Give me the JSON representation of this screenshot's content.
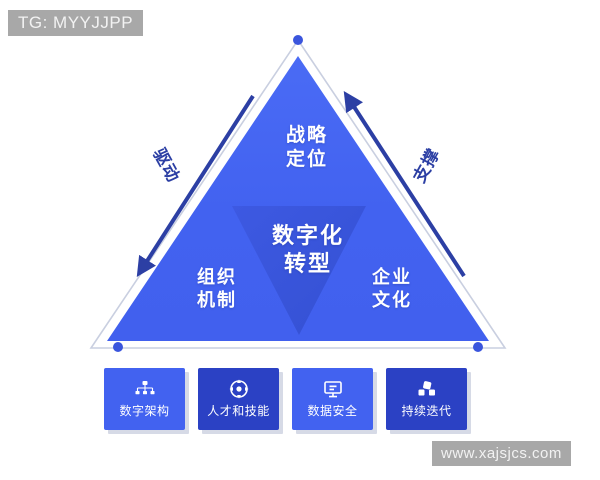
{
  "watermarks": {
    "top": "TG: MYYJJPP",
    "bottom": "www.xajsjcs.com"
  },
  "diagram": {
    "type": "triangle-framework",
    "center": {
      "label": "数字化\n转型",
      "name": "digital-transformation"
    },
    "vertices": [
      {
        "position": "top",
        "label": "战略\n定位"
      },
      {
        "position": "bottom-left",
        "label": "组织\n机制"
      },
      {
        "position": "bottom-right",
        "label": "企业\n文化"
      }
    ],
    "arrows": [
      {
        "side": "left",
        "label": "驱动",
        "direction": "down-left"
      },
      {
        "side": "right",
        "label": "支撑",
        "direction": "up-right"
      }
    ],
    "colors": {
      "outer_triangle": "#4262f0",
      "inner_triangle": "#3a55dd",
      "outline": "#c9cfe0",
      "vertex_dot": "#3a55dd",
      "arrow": "#2c3fa4",
      "text": "#ffffff"
    }
  },
  "cards": [
    {
      "label": "数字架构",
      "icon": "sitemap-icon",
      "variant": "light"
    },
    {
      "label": "人才和技能",
      "icon": "target-skill-icon",
      "variant": "dark"
    },
    {
      "label": "数据安全",
      "icon": "monitor-lock-icon",
      "variant": "light"
    },
    {
      "label": "持续迭代",
      "icon": "iteration-icon",
      "variant": "dark"
    }
  ]
}
